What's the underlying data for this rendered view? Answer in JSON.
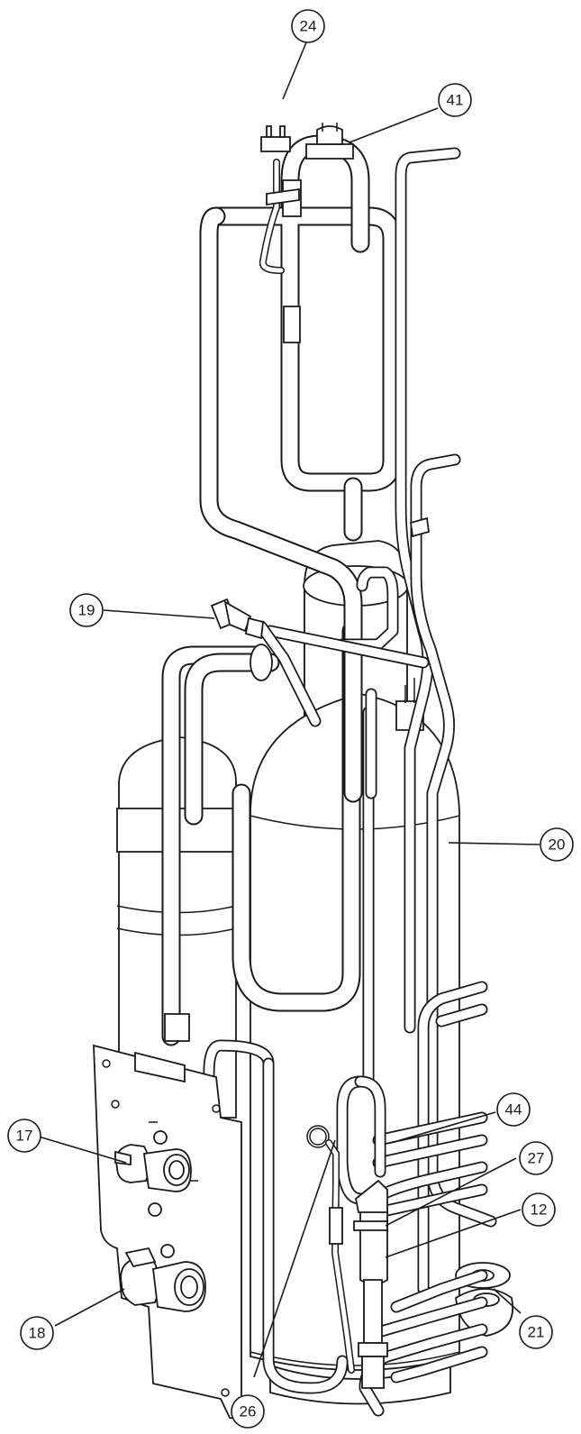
{
  "diagram": {
    "callouts": [
      {
        "id": "c24",
        "label": "24"
      },
      {
        "id": "c41",
        "label": "41"
      },
      {
        "id": "c19",
        "label": "19"
      },
      {
        "id": "c20",
        "label": "20"
      },
      {
        "id": "c44",
        "label": "44"
      },
      {
        "id": "c17",
        "label": "17"
      },
      {
        "id": "c27",
        "label": "27"
      },
      {
        "id": "c12",
        "label": "12"
      },
      {
        "id": "c18",
        "label": "18"
      },
      {
        "id": "c21",
        "label": "21"
      },
      {
        "id": "c26",
        "label": "26"
      }
    ]
  }
}
